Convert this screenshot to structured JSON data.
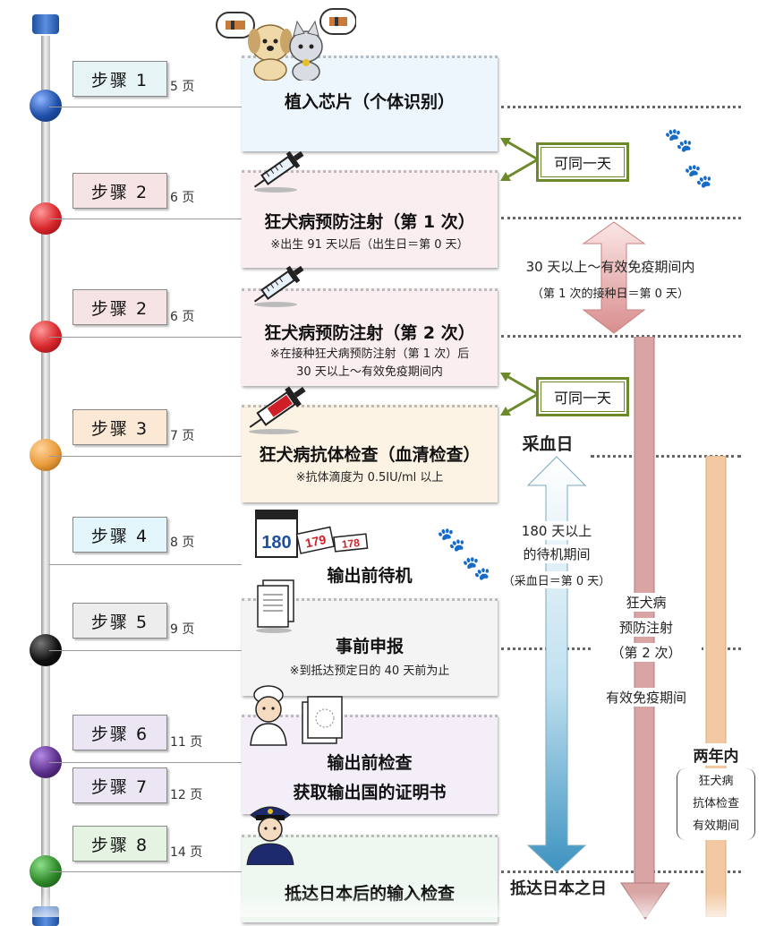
{
  "steps": [
    {
      "label": "步骤 1",
      "page": "5 页",
      "bg": "#e7f4f6"
    },
    {
      "label": "步骤 2",
      "page": "6 页",
      "bg": "#f6e3e3"
    },
    {
      "label": "步骤 2",
      "page": "6 页",
      "bg": "#f6e3e3"
    },
    {
      "label": "步骤 3",
      "page": "7 页",
      "bg": "#fbe9d6"
    },
    {
      "label": "步骤 4",
      "page": "8 页",
      "bg": "#e3f6fb"
    },
    {
      "label": "步骤 5",
      "page": "9 页",
      "bg": "#ededed"
    },
    {
      "label": "步骤 6",
      "page": "11 页",
      "bg": "#ece6f4"
    },
    {
      "label": "步骤 7",
      "page": "12 页",
      "bg": "#ece6f4"
    },
    {
      "label": "步骤 8",
      "page": "14 页",
      "bg": "#e5f3e3"
    }
  ],
  "cards": {
    "microchip": {
      "title": "植入芯片（个体识别）"
    },
    "rabies1": {
      "title": "狂犬病预防注射（第 1 次）",
      "note": "※出生 91 天以后（出生日＝第 0 天）"
    },
    "rabies2": {
      "title": "狂犬病预防注射（第 2 次）",
      "note1": "※在接种狂犬病预防注射（第 1 次）后",
      "note2": "30 天以上～有效免疫期间内"
    },
    "antibody": {
      "title": "狂犬病抗体检查（血清检查）",
      "note": "※抗体滴度为 0.5IU/ml 以上"
    },
    "waiting": {
      "title": "输出前待机"
    },
    "notice": {
      "title": "事前申报",
      "note": "※到抵达预定日的 40 天前为止"
    },
    "inspection": {
      "title1": "输出前检查",
      "title2": "获取输出国的证明书"
    },
    "import": {
      "title": "抵达日本后的输入检查"
    }
  },
  "same_day": [
    "可同一天",
    "可同一天"
  ],
  "annotations": {
    "interval1": "30 天以上～有效免疫期间内",
    "interval1_note": "（第 1 次的接种日＝第 0 天）",
    "blood_day": "采血日",
    "wait1": "180 天以上",
    "wait2": "的待机期间",
    "wait3": "（采血日＝第 0 天）",
    "rabies_v1": "狂犬病",
    "rabies_v2": "预防注射",
    "rabies_v3": "（第 2 次）",
    "immunity": "有效免疫期间",
    "two_years": "两年内",
    "ab_v1": "狂犬病",
    "ab_v2": "抗体检查",
    "ab_v3": "有效期间",
    "arrival_day": "抵达日本之日"
  },
  "calendar": {
    "n1": "180",
    "n2": "179",
    "n3": "178"
  },
  "colors": {
    "ball_blue": "#1f4fa8",
    "ball_red": "#d8262b",
    "ball_orange": "#e99a3a",
    "ball_black": "#111111",
    "ball_purple": "#5b2f8c",
    "ball_green": "#2f8a2a",
    "arrow_pink": "#d79a9a",
    "arrow_blue": "#4a9fc8",
    "arrow_peach": "#f1c9a6",
    "same_day_border": "#6c8a2a"
  },
  "icons": [
    "pets-icon",
    "syringe-icon",
    "blood-syringe-icon",
    "calendar-icon",
    "documents-icon",
    "doctor-icon",
    "police-icon",
    "paw-icon"
  ]
}
